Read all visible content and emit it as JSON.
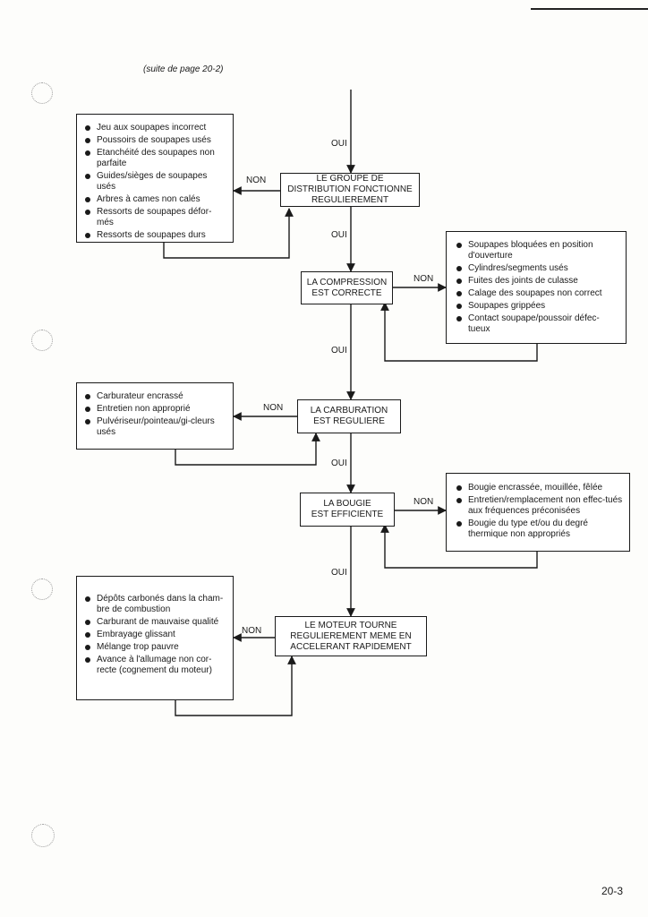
{
  "header": {
    "continuation": "(suite de page 20-2)"
  },
  "yes_label": "OUI",
  "no_label": "NON",
  "checks": [
    {
      "lines": [
        "LE GROUPE DE",
        "DISTRIBUTION FONCTIONNE",
        "REGULIEREMENT"
      ]
    },
    {
      "lines": [
        "LA COMPRESSION",
        "EST CORRECTE"
      ]
    },
    {
      "lines": [
        "LA CARBURATION",
        "EST REGULIERE"
      ]
    },
    {
      "lines": [
        "LA BOUGIE",
        "EST EFFICIENTE"
      ]
    },
    {
      "lines": [
        "LE MOTEUR TOURNE",
        "REGULIEREMENT MEME EN",
        "ACCELERANT RAPIDEMENT"
      ]
    }
  ],
  "causes": {
    "distribution": [
      "Jeu aux soupapes incorrect",
      "Poussoirs de soupapes usés",
      "Etanchéité des soupapes non parfaite",
      "Guides/sièges de soupapes usés",
      "Arbres à cames non calés",
      "Ressorts de soupapes défor-més",
      "Ressorts de soupapes durs"
    ],
    "compression": [
      "Soupapes bloquées en position d'ouverture",
      "Cylindres/segments usés",
      "Fuites des joints de culasse",
      "Calage des soupapes non correct",
      "Soupapes grippées",
      "Contact soupape/poussoir défec-tueux"
    ],
    "carburation": [
      "Carburateur encrassé",
      "Entretien non approprié",
      "Pulvériseur/pointeau/gi-cleurs usés"
    ],
    "bougie": [
      "Bougie encrassée, mouillée, fêlée",
      "Entretien/remplacement non effec-tués aux fréquences préconisées",
      "Bougie du type et/ou du degré thermique non appropriés"
    ],
    "moteur": [
      "Dépôts carbonés dans la cham-bre de combustion",
      "Carburant de mauvaise qualité",
      "Embrayage glissant",
      "Mélange trop pauvre",
      "Avance à l'allumage non cor-recte (cognement du moteur)"
    ]
  },
  "footer": {
    "page_number": "20-3"
  }
}
